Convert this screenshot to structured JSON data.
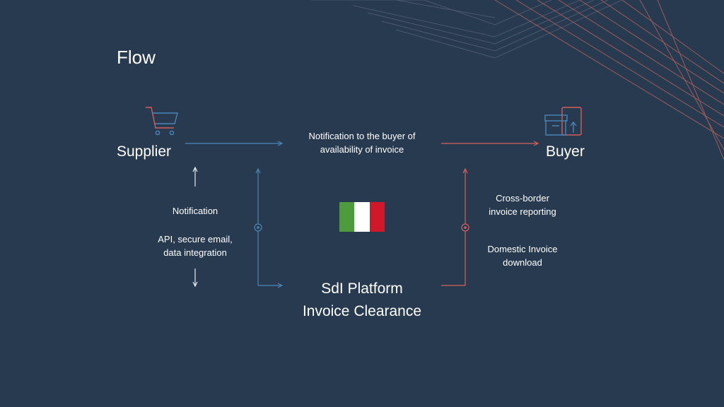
{
  "title": "Flow",
  "supplier": {
    "label": "Supplier",
    "icon": "shopping-cart-icon"
  },
  "buyer": {
    "label": "Buyer",
    "icon": "box-upload-icon"
  },
  "sdi": {
    "line1": "SdI Platform",
    "line2": "Invoice Clearance"
  },
  "flow_top": {
    "line1": "Notification to the buyer of",
    "line2": "availability of invoice"
  },
  "flow_left": {
    "notification": "Notification",
    "api_line1": "API, secure email,",
    "api_line2": "data integration"
  },
  "flow_right": {
    "crossborder_line1": "Cross-border",
    "crossborder_line2": "invoice reporting",
    "domestic_line1": "Domestic Invoice",
    "domestic_line2": "download"
  },
  "flag": {
    "country": "Italy",
    "colors": [
      "#4e9a3c",
      "#ffffff",
      "#d1182b"
    ]
  },
  "colors": {
    "background": "#283a50",
    "blue_arrow": "#4a86b8",
    "red_arrow": "#d4605a",
    "text": "#ffffff"
  }
}
